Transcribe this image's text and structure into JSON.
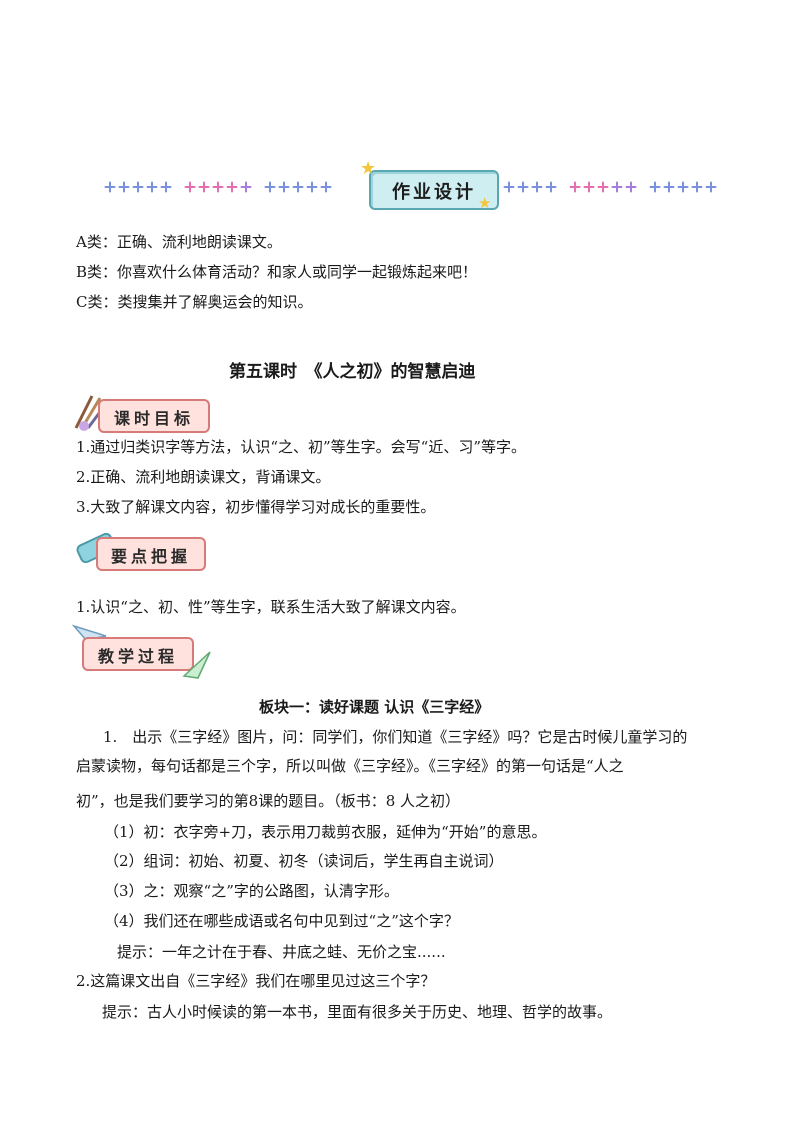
{
  "homework": {
    "banner_title": "作业设计",
    "items": [
      "A类：正确、流利地朗读课文。",
      "B类：你喜欢什么体育活动？和家人或同学一起锻炼起来吧！",
      "C类：类搜集并了解奥运会的知识。"
    ]
  },
  "lesson": {
    "title": "第五课时　《人之初》的智慧启迪",
    "objectives_label": "课时目标",
    "objectives": [
      "1.通过归类识字等方法，认识“之、初”等生字。会写“近、习”等字。",
      "2.正确、流利地朗读课文，背诵课文。",
      "3.大致了解课文内容，初步懂得学习对成长的重要性。"
    ],
    "keypoints_label": "要点把握",
    "keypoints": [
      "1.认识“之、初、性”等生字，联系生活大致了解课文内容。"
    ],
    "process_label": "教学过程",
    "block_title": "板块一：读好课题 认识《三字经》",
    "body": [
      "1.　出示《三字经》图片，问：同学们，你们知道《三字经》吗？它是古时候儿童学习的",
      "启蒙读物，每句话都是三个字，所以叫做《三字经》。《三字经》的第一句话是“人之",
      "初”，也是我们要学习的第8课的题目。（板书：8 人之初）",
      "（1）初：衣字旁+刀，表示用刀裁剪衣服，延伸为“开始”的意思。",
      "（2）组词：初始、初夏、初冬（读词后，学生再自主说词）",
      "（3）之：观察“之”字的公路图，认清字形。",
      "（4）我们还在哪些成语或名句中见到过“之”这个字？",
      "提示：一年之计在于春、井底之蛙、无价之宝......",
      "2.这篇课文出自《三字经》我们在哪里见过这三个字？",
      "提示：古人小时候读的第一本书，里面有很多关于历史、地理、哲学的故事。"
    ]
  },
  "colors": {
    "spark_blue": "#7b8fe0",
    "spark_pink": "#e36fb0",
    "spark_violet": "#a57de0",
    "banner_teal": "#cfeef1",
    "label_pink": "#ffe2de"
  }
}
